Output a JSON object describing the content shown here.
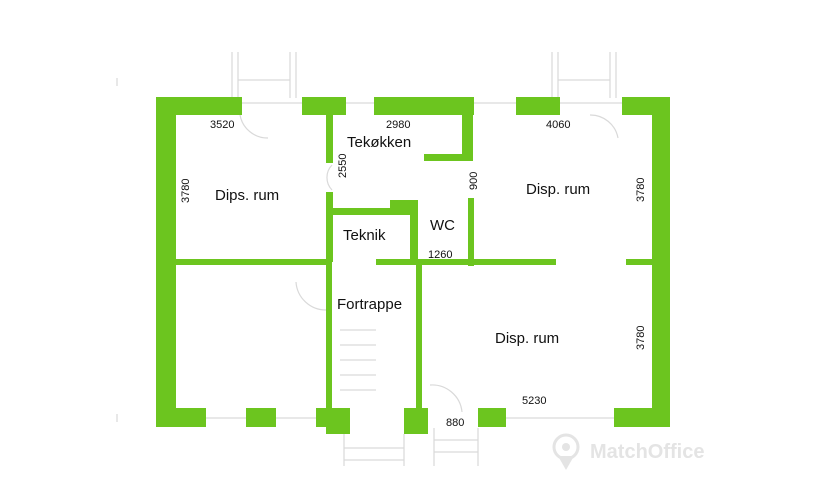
{
  "colors": {
    "wall": "#6cc51f",
    "thin_line": "#d9d9d9",
    "text": "#111111",
    "watermark": "#e4e4e4"
  },
  "rooms": [
    {
      "name": "room-dips-rum",
      "label": "Dips. rum"
    },
    {
      "name": "room-tekokken",
      "label": "Tekøkken"
    },
    {
      "name": "room-disp-rum-right",
      "label": "Disp. rum"
    },
    {
      "name": "room-teknik",
      "label": "Teknik"
    },
    {
      "name": "room-wc",
      "label": "WC"
    },
    {
      "name": "room-fortrappe",
      "label": "Fortrappe"
    },
    {
      "name": "room-disp-rum-bottom",
      "label": "Disp. rum"
    }
  ],
  "dimensions": [
    {
      "name": "dim-3520",
      "label": "3520"
    },
    {
      "name": "dim-2980",
      "label": "2980"
    },
    {
      "name": "dim-4060",
      "label": "4060"
    },
    {
      "name": "dim-3780-left",
      "label": "3780"
    },
    {
      "name": "dim-2550",
      "label": "2550"
    },
    {
      "name": "dim-900",
      "label": "900"
    },
    {
      "name": "dim-3780-right",
      "label": "3780"
    },
    {
      "name": "dim-1260",
      "label": "1260"
    },
    {
      "name": "dim-3780-lower-right",
      "label": "3780"
    },
    {
      "name": "dim-5230",
      "label": "5230"
    },
    {
      "name": "dim-880",
      "label": "880"
    }
  ],
  "watermark": {
    "icon": "location-pin-icon",
    "text": "MatchOffice"
  }
}
